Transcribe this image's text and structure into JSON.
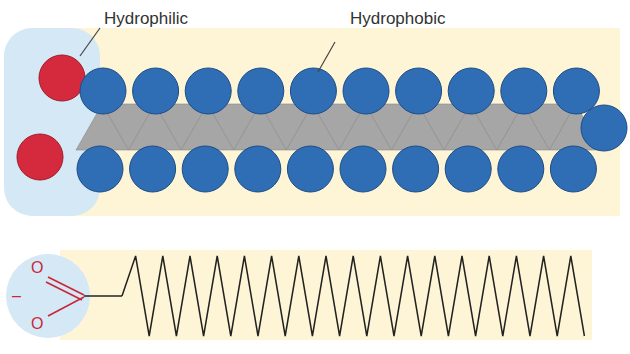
{
  "diagram": {
    "labels": [
      "Hydrophilic",
      "Hydrophobic",
      "O",
      "–",
      "O"
    ]
  }
}
